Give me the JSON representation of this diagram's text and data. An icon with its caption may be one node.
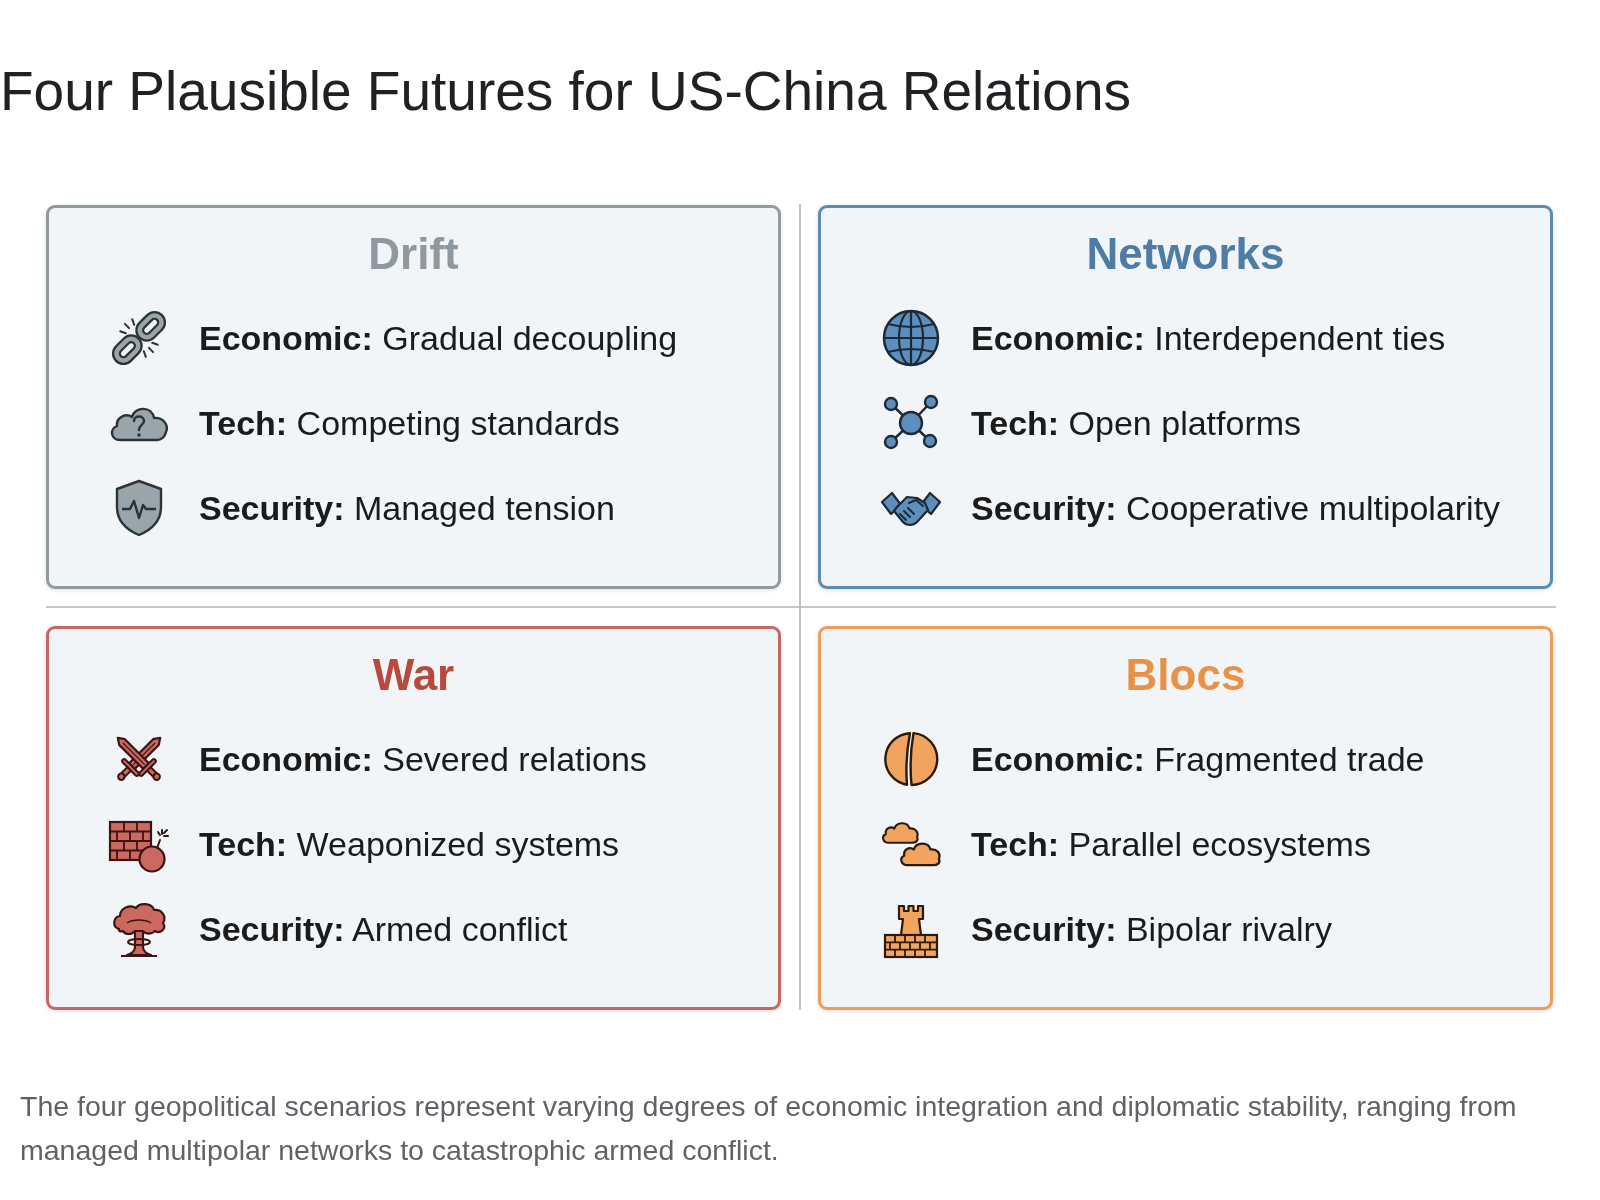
{
  "diagram": {
    "title": "Four Plausible Futures for US-China Relations",
    "nodes": [
      {
        "text": [
          "Drift",
          "**Economic:** Gradual decoupling",
          "**Tech:** Competing standards",
          "**Security:** Managed tension"
        ]
      },
      {
        "text": [
          "Networks",
          "**Economic:** Interdependent ties",
          "**Tech:** Open platforms",
          "**Security:** Cooperative multipolarity"
        ]
      },
      {
        "text": [
          "War",
          "**Economic:** Severed relations",
          "**Tech:** Weaponized systems",
          "**Security:** Armed conflict"
        ]
      },
      {
        "text": [
          "Blocs",
          "**Economic:** Fragmented trade",
          "**Tech:** Parallel ecosystems",
          "**Security:** Bipolar rivalry"
        ]
      }
    ],
    "caption": "The four geopolitical scenarios represent varying degrees of economic integration and diplomatic stability, ranging from managed multipolar networks to catastrophic armed conflict."
  }
}
